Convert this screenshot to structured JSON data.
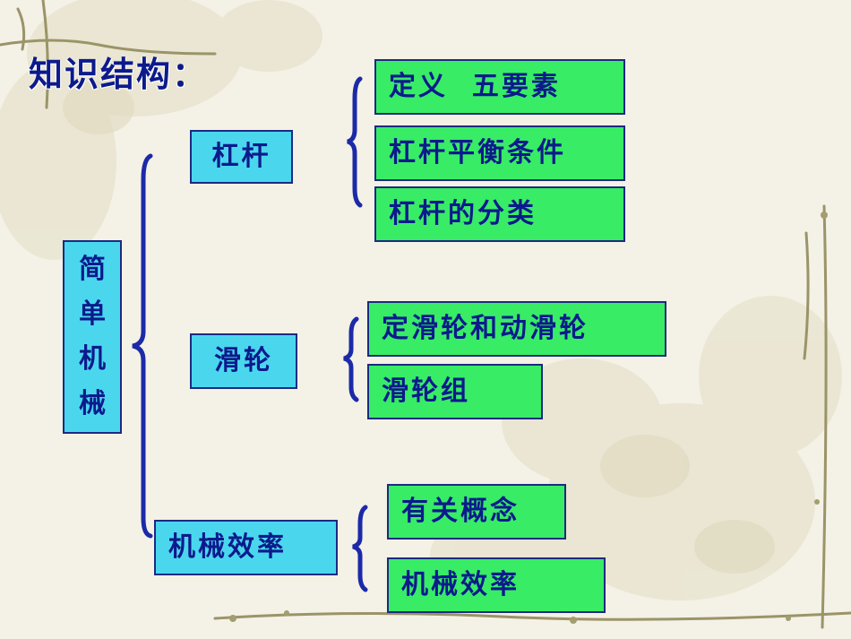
{
  "title": "知识结构：",
  "root": {
    "chars": [
      "简",
      "单",
      "机",
      "械"
    ]
  },
  "groups": [
    {
      "label": "杠杆",
      "items": [
        "定义  五要素",
        "杠杆平衡条件",
        "杠杆的分类"
      ]
    },
    {
      "label": "滑轮",
      "items": [
        "定滑轮和动滑轮",
        "滑轮组"
      ]
    },
    {
      "label": "机械效率",
      "items": [
        "有关概念",
        "机械效率"
      ]
    }
  ],
  "colors": {
    "text": "#0c1a8c",
    "cyan_box": "#4ad7ee",
    "green_box": "#38ec66",
    "brace": "#1c2aa8"
  }
}
